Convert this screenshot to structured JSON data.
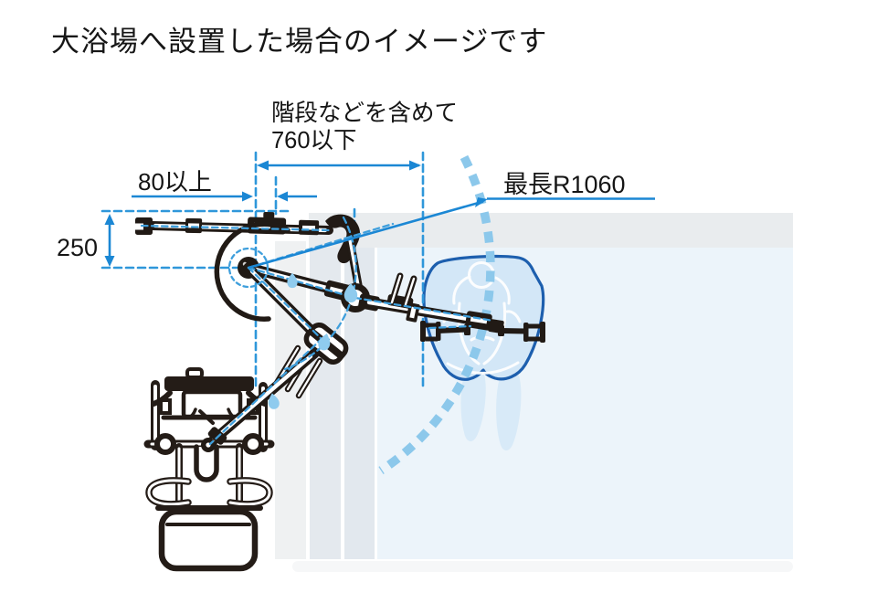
{
  "title": "大浴場へ設置した場合のイメージです",
  "annotations": {
    "clearance_note_line1": "階段などを含めて",
    "clearance_note_line2": "760以下",
    "wall_gap": "80以上",
    "pivot_height": "250",
    "max_reach": "最長R1060"
  },
  "colors": {
    "dimension_blue": "#1b87d4",
    "guide_dash_blue": "#2f97da",
    "radius_arc_blue": "#8cc8eb",
    "sling_outline_blue": "#1d5fae",
    "sling_fill_blue": "#cfe5f6",
    "water_fill": "#ecf4fa",
    "bath_rim_gray": "#e9ecee",
    "line_art_black": "#211a15"
  }
}
